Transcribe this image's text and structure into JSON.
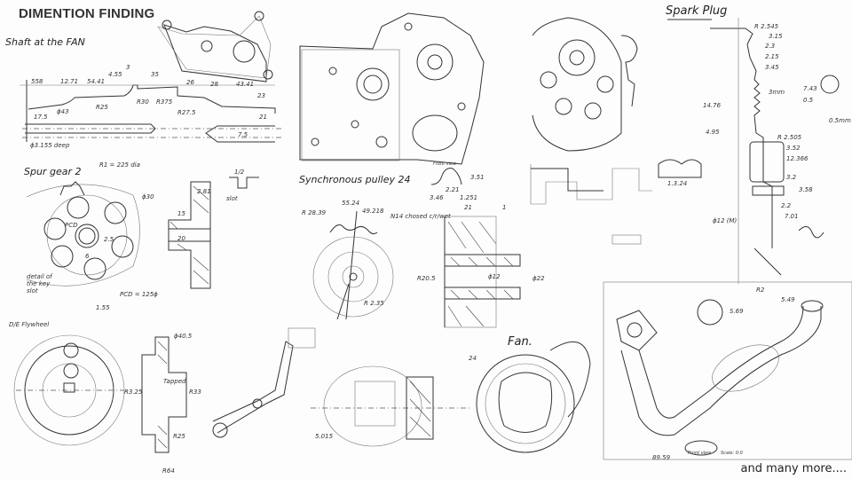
{
  "title": "DIMENTION FINDING",
  "footer": "and many more....",
  "sections": {
    "shaft": "Shaft at the FAN",
    "spur_gear": "Spur gear 2",
    "pulley": "Synchronous pulley 24",
    "spark_plug": "Spark Plug",
    "flywheel": "D/E Flywheel",
    "fan": "Fan."
  },
  "shaft_dims": [
    "558",
    "12.71",
    "54.41",
    "4.55",
    "3",
    "35",
    "26",
    "28",
    "43.41",
    "23",
    "17.5",
    "R25",
    "R30",
    "R375",
    "R27.5",
    "7.5",
    "21",
    "ϕ3.155 deep",
    "ϕ43"
  ],
  "gear_dims": [
    "R1 = 225 dia",
    "ϕ30",
    "PCD",
    "2.5",
    "6",
    "detail of the key slot",
    "PCD = 125ϕ",
    "slot",
    "1/2",
    "20",
    "15",
    "2.81",
    "1.55"
  ],
  "pulley_dims": [
    "Front view",
    "3.51",
    "2.21",
    "3.46",
    "1.251",
    "R 28.39",
    "55.24",
    "49.218",
    "N14 chosed c/r/wet",
    "21",
    "1",
    "R20.5",
    "ϕ12",
    "ϕ22",
    "R 2.35",
    "24"
  ],
  "spark_dims": [
    "R 2.545",
    "3.15",
    "2.3",
    "2.15",
    "3.45",
    "3mm",
    "14.76",
    "4.95",
    "R 2.505",
    "3.52",
    "12.366",
    "3.2",
    "3.58",
    "2.2",
    "7.01",
    "ϕ12 (M)",
    "7.43",
    "0.5",
    "0.5mm",
    "R2",
    "5.49",
    "1.3.24"
  ],
  "flywheel_dims": [
    "R64",
    "R25",
    "R33",
    "R3.25",
    "ϕ40.5",
    "Tapped",
    "5.015"
  ],
  "misc_dims": [
    "Front view",
    "Scale: 0:0",
    "89.59",
    "S.69"
  ]
}
